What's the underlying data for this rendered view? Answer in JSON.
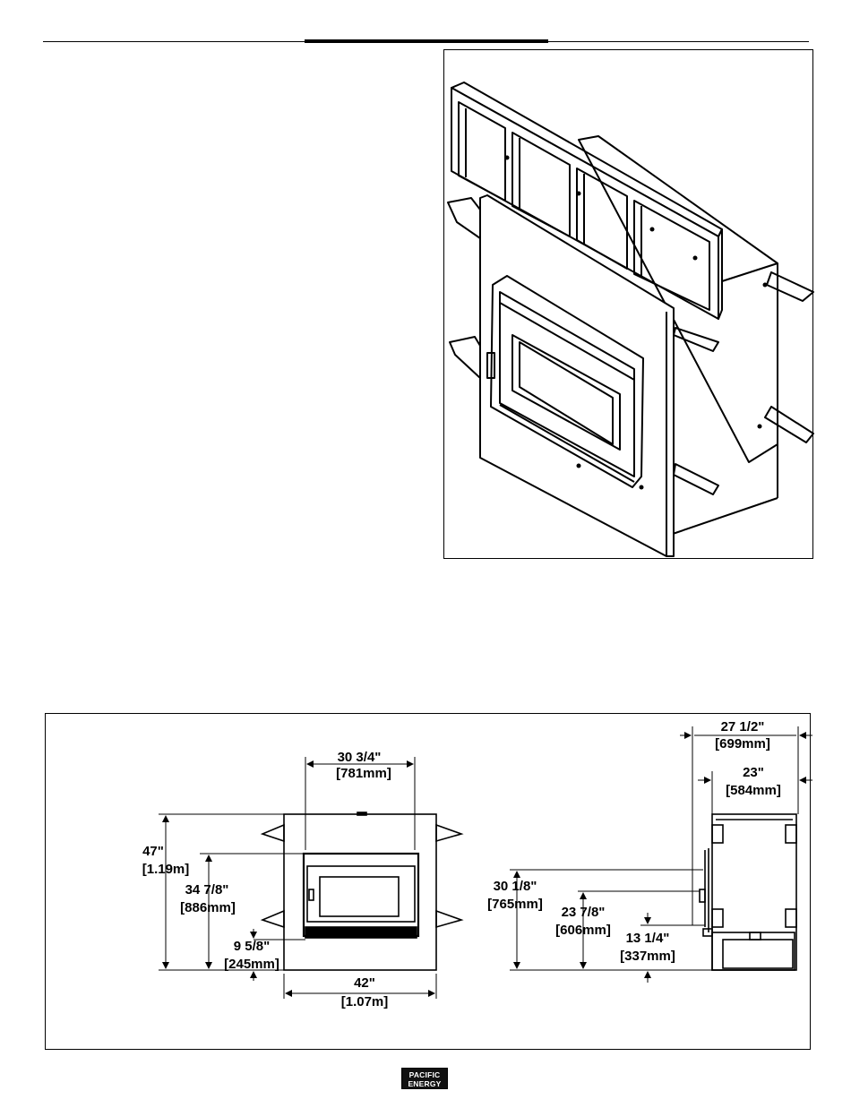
{
  "front_view": {
    "width_top": "30 3/4\"",
    "width_top_metric": "[781mm]",
    "height_total": "47\"",
    "height_total_metric": "[1.19m]",
    "height_opening": "34 7/8\"",
    "height_opening_metric": "[886mm]",
    "height_base": "9 5/8\"",
    "height_base_metric": "[245mm]",
    "width_total": "42\"",
    "width_total_metric": "[1.07m]"
  },
  "side_view": {
    "depth_total": "27 1/2\"",
    "depth_total_metric": "[699mm]",
    "depth_body": "23\"",
    "depth_body_metric": "[584mm]",
    "height_a": "30 1/8\"",
    "height_a_metric": "[765mm]",
    "height_b": "23 7/8\"",
    "height_b_metric": "[606mm]",
    "height_c": "13 1/4\"",
    "height_c_metric": "[337mm]"
  },
  "logo": {
    "line1": "PACIFIC",
    "line2": "ENERGY"
  }
}
